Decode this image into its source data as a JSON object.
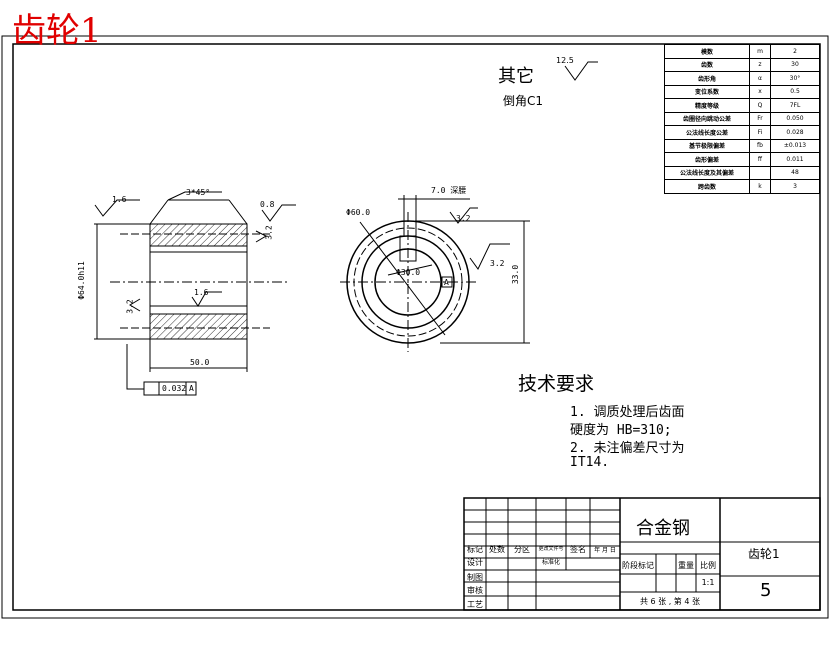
{
  "drawing": {
    "corner_title": "齿轮1",
    "note_title": "其它",
    "note_roughness": "12.5",
    "chamfer_note": "倒角C1"
  },
  "params": [
    {
      "name": "模数",
      "sym": "m",
      "val": "2"
    },
    {
      "name": "齿数",
      "sym": "z",
      "val": "30"
    },
    {
      "name": "齿形角",
      "sym": "α",
      "val": "30°"
    },
    {
      "name": "变位系数",
      "sym": "x",
      "val": "0.5"
    },
    {
      "name": "精度等级",
      "sym": "Q",
      "val": "7FL"
    },
    {
      "name": "齿圈径向跳动公差",
      "sym": "Fr",
      "val": "0.050"
    },
    {
      "name": "公法线长度公差",
      "sym": "Fi",
      "val": "0.028"
    },
    {
      "name": "基节极限偏差",
      "sym": "fb",
      "val": "±0.013"
    },
    {
      "name": "齿形偏差",
      "sym": "ff",
      "val": "0.011"
    },
    {
      "name": "公法线长度及其偏差",
      "sym": "",
      "val": "48"
    },
    {
      "name": "跨齿数",
      "sym": "k",
      "val": "3"
    }
  ],
  "side_view": {
    "chamfer_dim": "3*45°",
    "roughness_left": "1.6",
    "roughness_right": "0.8",
    "roughness_face": "3.2",
    "roughness_bore_left": "3.2",
    "roughness_bore": "1.6",
    "diameter_dim": "Φ64.0h11",
    "width_dim": "50.0",
    "tolerance_value": "0.032",
    "tolerance_datum": "A"
  },
  "front_view": {
    "keyway_dim": "7.0 深腰",
    "outer_dia": "Φ60.0",
    "bore_dia": "Φ30.0",
    "roughness_keyway": "3.2",
    "roughness_outer": "3.2",
    "height_dim": "33.0",
    "datum_label": "A"
  },
  "tech_req": {
    "title": "技术要求",
    "line1": "1.  调质处理后齿面",
    "line2": "硬度为 HB=310;",
    "line3": "2. 未注偏差尺寸为",
    "line4": "IT14."
  },
  "title_block": {
    "material": "合金钢",
    "part_name": "齿轮1",
    "drawing_no": "5",
    "mark": "标记",
    "count": "处数",
    "zone": "分区",
    "change_doc": "更改文件号",
    "signature": "签名",
    "date": "年 月 日",
    "design": "设计",
    "standard": "标准化",
    "drafting": "制图",
    "review": "审核",
    "process": "工艺",
    "stage_mark": "阶段标记",
    "weight": "重量",
    "scale": "比例",
    "scale_value": "1:1",
    "sheet_info": "共 6 张 , 第 4 张"
  }
}
